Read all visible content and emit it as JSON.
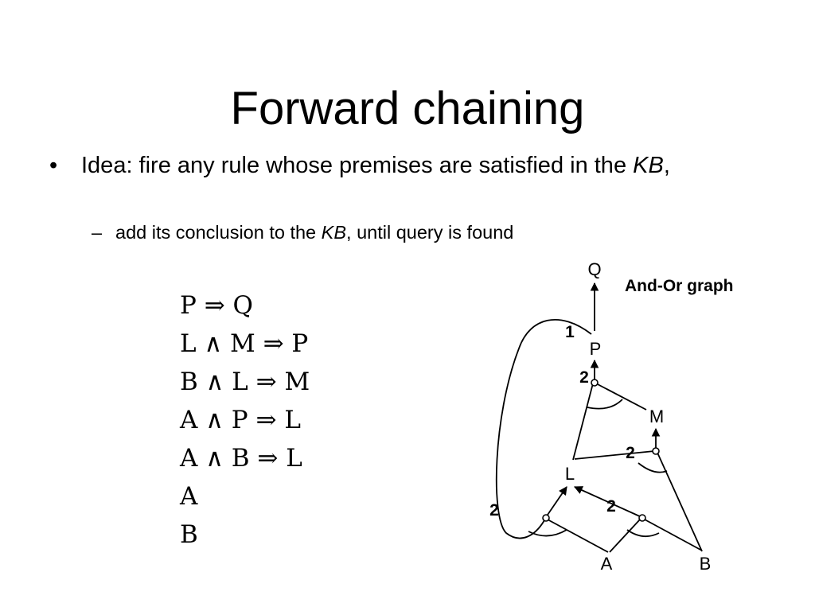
{
  "slide": {
    "title": "Forward chaining",
    "bullet": {
      "marker": "•",
      "text_before": "Idea: fire any rule whose premises are satisfied in the ",
      "emphasis": "KB",
      "text_after": ","
    },
    "subbullet": {
      "marker": "–",
      "text_before": "add its conclusion to the ",
      "emphasis": "KB",
      "text_after": ", until query is found"
    }
  },
  "rules": [
    "P ⇒ Q",
    "L ∧ M ⇒ P",
    "B ∧ L ⇒ M",
    "A ∧ P ⇒ L",
    "A ∧ B ⇒ L",
    "A",
    "B"
  ],
  "graph": {
    "title": "And-Or graph",
    "nodes": [
      "Q",
      "P",
      "M",
      "L",
      "A",
      "B"
    ],
    "counts": [
      "1",
      "2",
      "2",
      "2",
      "2"
    ]
  }
}
